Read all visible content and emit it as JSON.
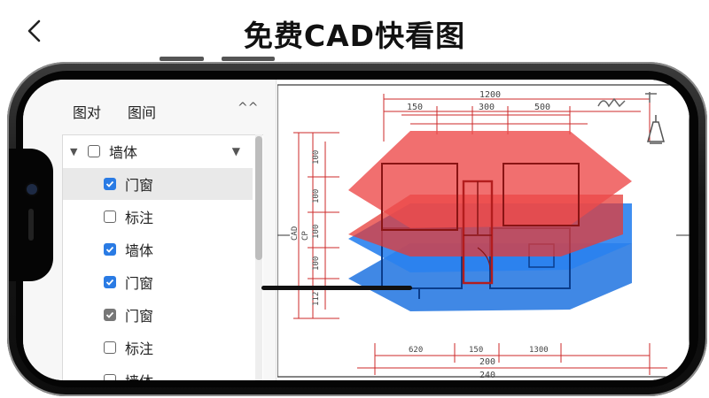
{
  "header": {
    "title": "免费CAD快看图",
    "back_icon": "chevron-left-icon"
  },
  "panel": {
    "tabs": [
      "图对",
      "图间"
    ],
    "collapse_icon": "chevron-up-icon",
    "layers": [
      {
        "label": "墙体",
        "checked": false,
        "expanded": true
      },
      {
        "label": "门窗",
        "checked": true,
        "selected": true
      },
      {
        "label": "标注",
        "checked": false
      },
      {
        "label": "墙体",
        "checked": true
      },
      {
        "label": "门窗",
        "checked": true
      },
      {
        "label": "门窗",
        "checked": true,
        "grey": true
      },
      {
        "label": "标注",
        "checked": false
      },
      {
        "label": "墙体",
        "checked": false
      }
    ]
  },
  "drawing": {
    "dimensions": {
      "top_total": "1200",
      "top_segments": [
        "150",
        "300",
        "500"
      ],
      "left_segments": [
        "100",
        "100",
        "100",
        "100",
        "112"
      ],
      "left_side": [
        "CAD",
        "CP"
      ],
      "bottom_segments": [
        "620",
        "150",
        "1300"
      ],
      "bottom_total_1": "200",
      "bottom_total_2": "240"
    },
    "tool_icons": [
      "sketch-tools-icon",
      "lamp-icon"
    ],
    "colors": {
      "red": "#e53935",
      "blue": "#1e73e0",
      "line": "#cc2a2a"
    }
  }
}
